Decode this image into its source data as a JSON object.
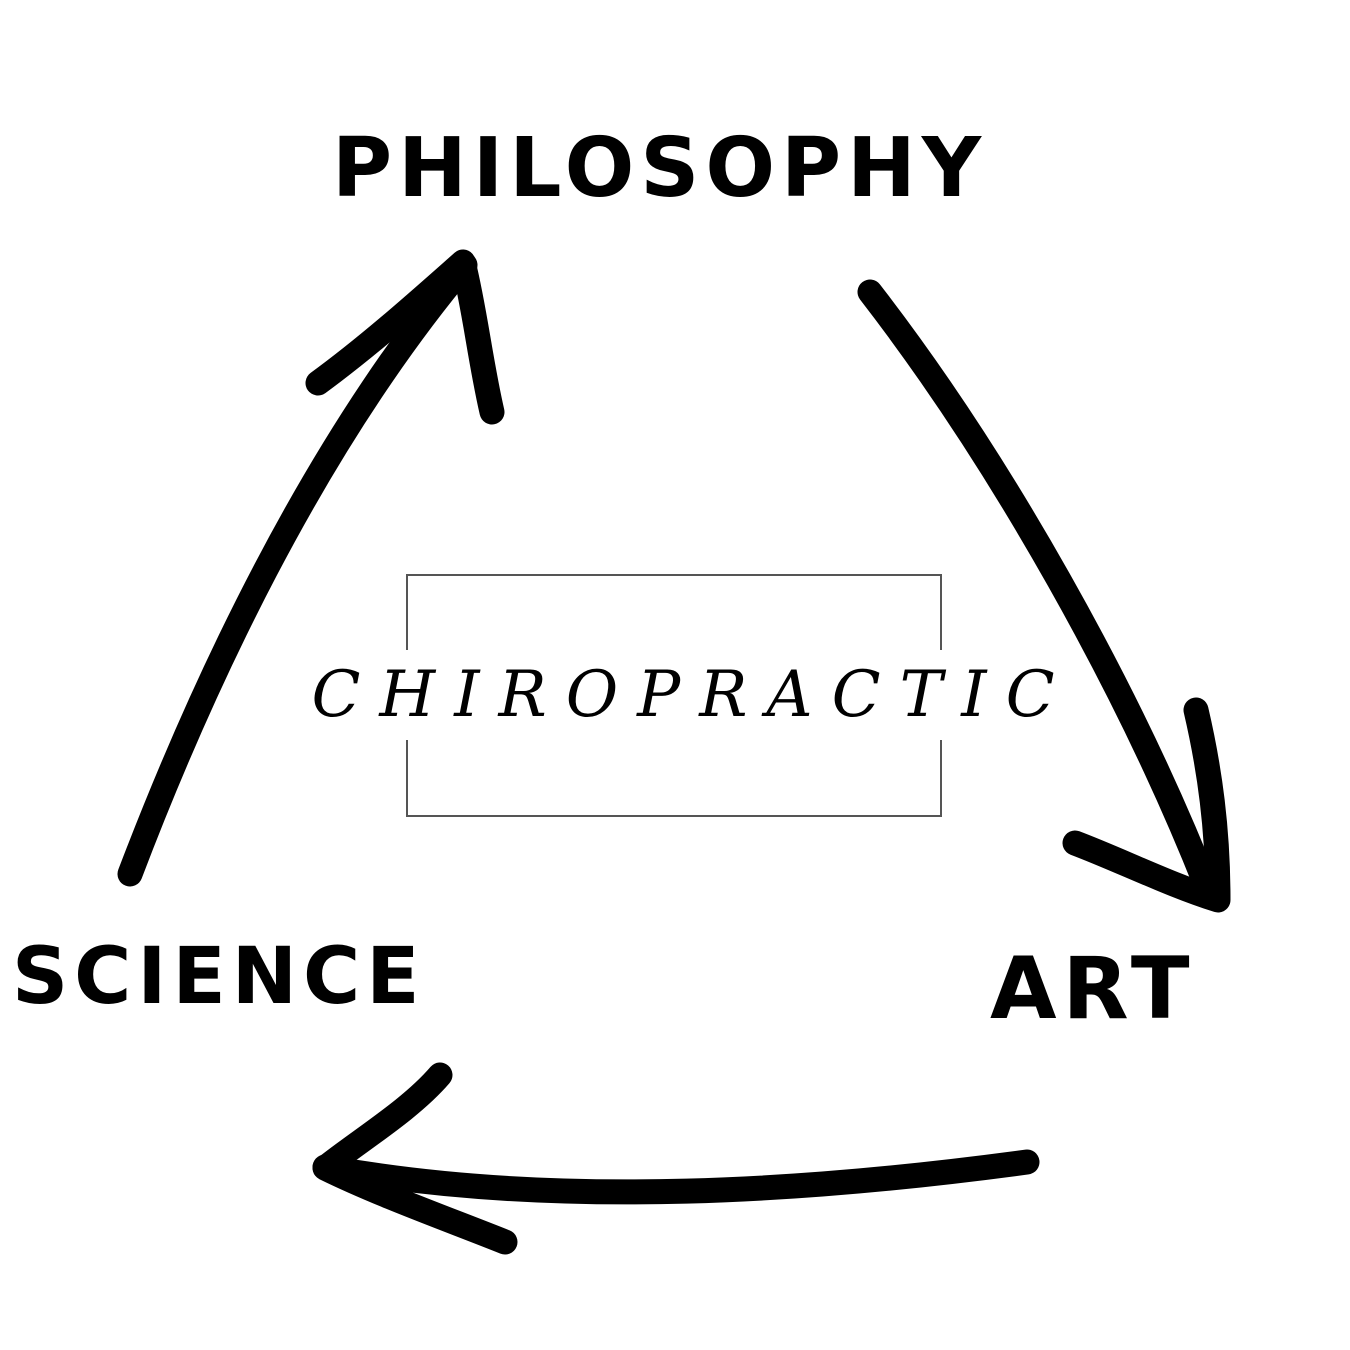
{
  "diagram": {
    "nodes": {
      "philosophy": "PHILOSOPHY",
      "art": "ART",
      "science": "SCIENCE"
    },
    "center": "CHIROPRACTIC",
    "colors": {
      "ink": "#000000",
      "box_border": "#555555",
      "background": "#ffffff"
    },
    "flow": [
      {
        "from": "philosophy",
        "to": "art"
      },
      {
        "from": "art",
        "to": "science"
      },
      {
        "from": "science",
        "to": "philosophy"
      }
    ]
  }
}
